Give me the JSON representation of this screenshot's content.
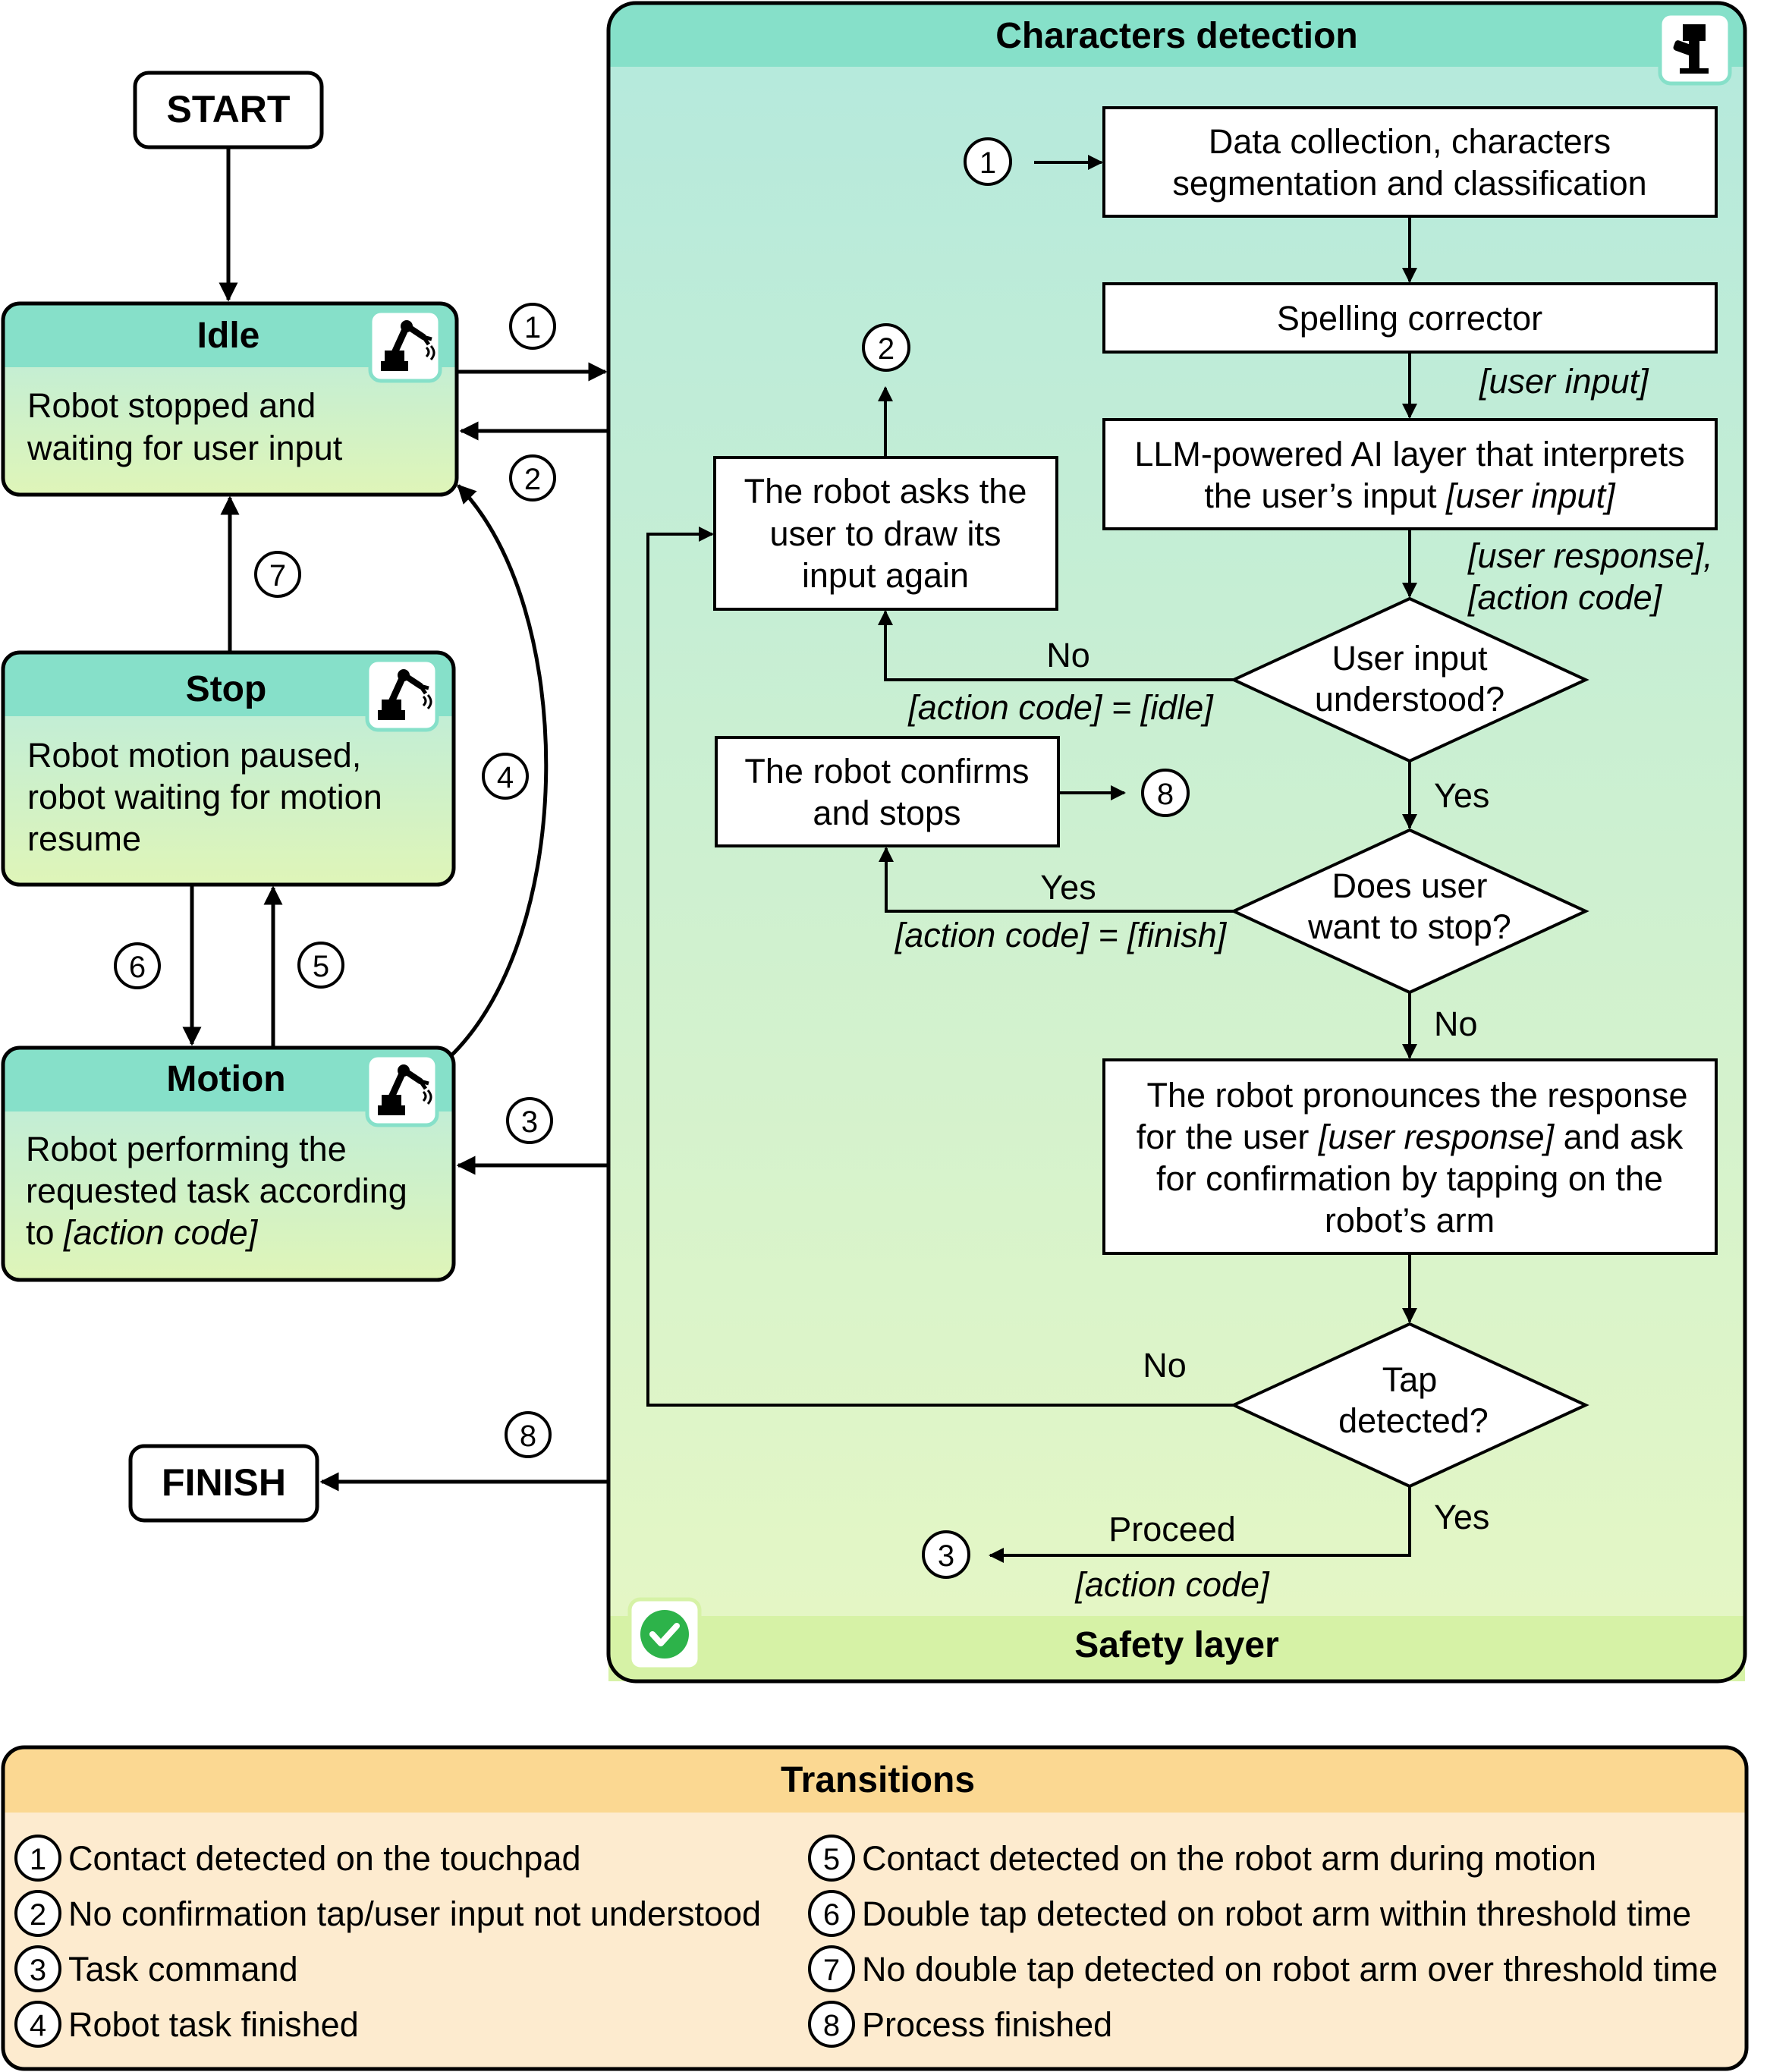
{
  "start_label": "START",
  "finish_label": "FINISH",
  "states": {
    "idle": {
      "title": "Idle",
      "desc": [
        "Robot stopped and",
        "waiting for user input"
      ]
    },
    "stop": {
      "title": "Stop",
      "desc": [
        "Robot motion paused,",
        "robot waiting for motion",
        "resume"
      ]
    },
    "motion": {
      "title": "Motion",
      "desc": [
        "Robot performing the",
        "requested task according"
      ],
      "desc_last_prefix": "to ",
      "desc_last_italic": "[action code]"
    }
  },
  "characters_detection": {
    "title": "Characters detection",
    "footer": "Safety layer",
    "data_collection": [
      "Data collection, characters",
      "segmentation and classification"
    ],
    "spelling": "Spelling corrector",
    "llm_line1": "LLM-powered AI layer that interprets",
    "llm_line2_plain": "the user’s input ",
    "llm_line2_italic": "[user input]",
    "ask_again": [
      "The robot asks the",
      "user to draw its",
      "input again"
    ],
    "confirms": [
      "The robot confirms",
      "and stops"
    ],
    "understood": [
      "User input",
      "understood?"
    ],
    "want_stop": [
      "Does user",
      "want to stop?"
    ],
    "tap": [
      "Tap",
      "detected?"
    ],
    "pronounce_l1": "The robot pronounces the response",
    "pronounce_l2a": "for the user ",
    "pronounce_l2b": "[user response]",
    "pronounce_l2c": " and ask",
    "pronounce_l3": "for confirmation by tapping on the",
    "pronounce_l4": "robot’s arm",
    "edge_user_input": "[user input]",
    "edge_user_response": "[user response],",
    "edge_action_code": "[action code]",
    "edge_no_1": "No",
    "edge_idle_code": "[action code] = [idle]",
    "edge_yes_1": "Yes",
    "edge_yes_2": "Yes",
    "edge_finish_code": "[action code] = [finish]",
    "edge_no_2": "No",
    "edge_no_3": "No",
    "edge_yes_3": "Yes",
    "edge_proceed": "Proceed",
    "edge_proceed_code": "[action code]"
  },
  "markers": [
    "1",
    "2",
    "3",
    "4",
    "5",
    "6",
    "7",
    "8"
  ],
  "transitions": {
    "title": "Transitions",
    "items": [
      {
        "n": "1",
        "text": "Contact detected on the touchpad"
      },
      {
        "n": "2",
        "text": "No confirmation tap/user input not understood"
      },
      {
        "n": "3",
        "text": "Task command"
      },
      {
        "n": "4",
        "text": "Robot task finished"
      },
      {
        "n": "5",
        "text": "Contact detected on the robot arm during motion"
      },
      {
        "n": "6",
        "text": "Double tap detected on robot arm within threshold time"
      },
      {
        "n": "7",
        "text": "No double tap detected on robot arm over threshold time"
      },
      {
        "n": "8",
        "text": "Process finished"
      }
    ]
  },
  "icons": [
    "robot-arm-icon",
    "emergency-stop-icon",
    "check-icon"
  ],
  "colors": {
    "teal_header": "#86e0c9",
    "green_bottom": "#d6f2a6",
    "legend_header": "#fbd892",
    "legend_body": "#fdebcf",
    "check_green": "#2db34a"
  }
}
